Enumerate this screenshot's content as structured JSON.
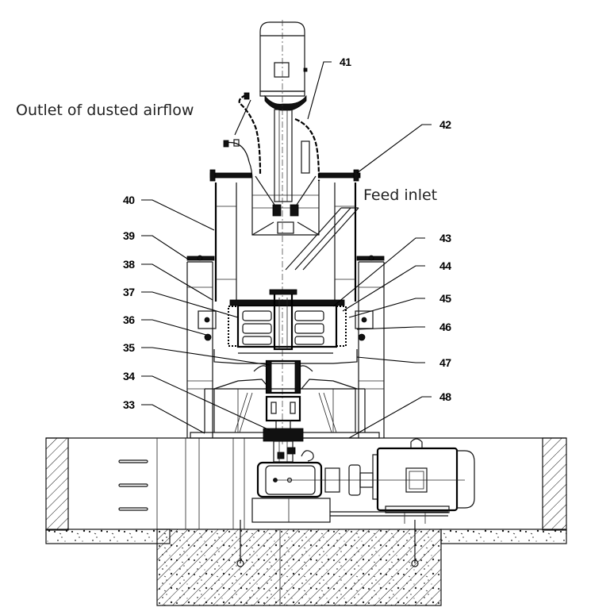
{
  "figure": {
    "type": "mechanical cross-section drawing",
    "subject": "vertical mill / classifier assembly with top motor, grinding chamber and bottom drive motor on concrete foundation"
  },
  "callouts": {
    "outlet": "Outlet of dusted airflow",
    "feed": "Feed inlet"
  },
  "labels": {
    "left": [
      "40",
      "39",
      "38",
      "37",
      "36",
      "35",
      "34",
      "33"
    ],
    "right": [
      "41",
      "42",
      "43",
      "44",
      "45",
      "46",
      "47",
      "48"
    ]
  },
  "colors": {
    "line": "#111111",
    "background": "#ffffff",
    "text": "#222222"
  }
}
